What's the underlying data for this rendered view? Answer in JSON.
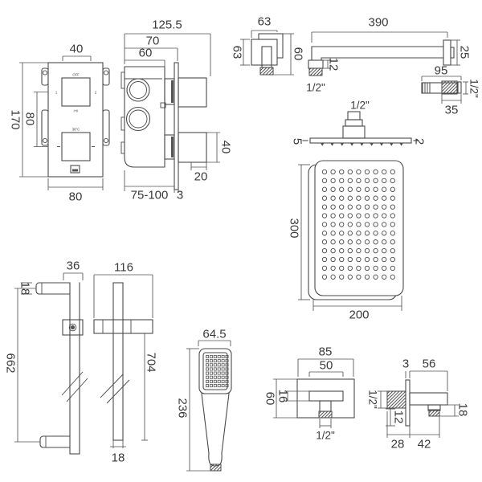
{
  "title": "shower-kit-technical-drawing",
  "colors": {
    "line": "#4a4a4a",
    "text": "#3a3a3a",
    "background": "#ffffff",
    "dark_fill": "#555555"
  },
  "valve_front": {
    "dim_top_width": "40",
    "dim_height": "170",
    "dim_handle_spacing": "80",
    "dim_bottom_width": "80",
    "label_off": "OFF",
    "label_outlet1": "1",
    "label_outlet2": "2",
    "label_mode": "I+II",
    "label_temp": "38°C"
  },
  "valve_side": {
    "dim_overall": "125.5",
    "dim_to_plate": "70",
    "dim_body": "60",
    "dim_handle": "40",
    "dim_handle_depth": "20",
    "dim_wall_range": "75-100",
    "dim_plate": "3"
  },
  "wall_elbow": {
    "dim_width": "63",
    "dim_height": "63",
    "dim_overall": "60"
  },
  "shower_arm": {
    "dim_length": "390",
    "dim_flange": "25",
    "dim_drop": "12",
    "dim_thread": "1/2\""
  },
  "wall_union": {
    "dim_length": "95",
    "dim_thread_length": "35",
    "dim_thread": "1/2\""
  },
  "head_side": {
    "dim_thread": "1/2\"",
    "dim_edge": "5",
    "dim_thickness": "2",
    "nozzle_count": 9
  },
  "head_front": {
    "dim_height": "300",
    "dim_width": "200",
    "holes": {
      "cols": 9,
      "rows": 13
    }
  },
  "rail_side": {
    "dim_offset": "36",
    "dim_tube": "18",
    "dim_centres": "662"
  },
  "rail_front": {
    "dim_width": "116",
    "dim_length": "704",
    "dim_tube": "18"
  },
  "handset": {
    "dim_width": "64.5",
    "dim_length": "236",
    "holes": {
      "cols": 6,
      "rows": 8
    }
  },
  "outlet_front": {
    "dim_width": "85",
    "dim_inner_width": "50",
    "dim_height": "60",
    "dim_bar": "16",
    "dim_thread": "1/2\""
  },
  "outlet_side": {
    "dim_plate": "3",
    "dim_depth": "56",
    "dim_thread": "1/2\"",
    "dim_inlet": "12",
    "dim_outlet": "18",
    "dim_a": "28",
    "dim_b": "42"
  }
}
